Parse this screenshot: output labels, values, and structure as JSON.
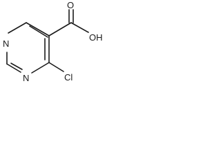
{
  "molecule": {
    "atoms": {
      "n_top": "N",
      "n_bottom": "N",
      "cl": "Cl",
      "o_carbonyl": "O",
      "oh": "OH"
    },
    "colors": {
      "bond": "#1a1a1a",
      "label": "#1a1a1a",
      "background": "#ffffff"
    }
  }
}
